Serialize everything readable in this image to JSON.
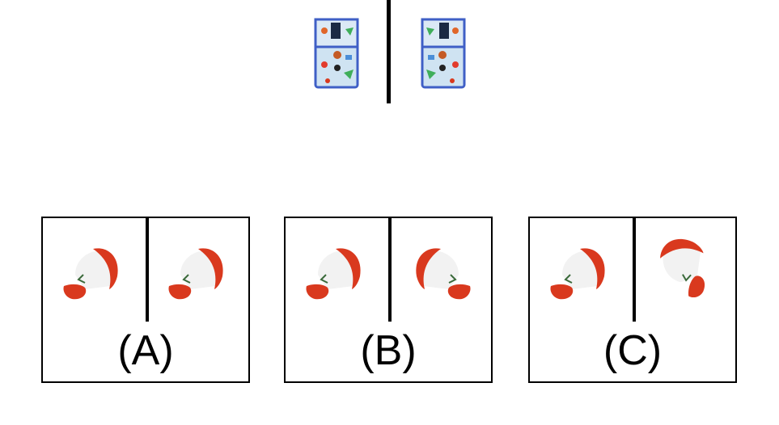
{
  "reference": {
    "left_image": "lunch-bag-front",
    "right_image": "lunch-bag-front-mirrored"
  },
  "options": [
    {
      "id": "A",
      "label": "(A)",
      "left": "cap-facing-left",
      "right": "cap-facing-left"
    },
    {
      "id": "B",
      "label": "(B)",
      "left": "cap-facing-left",
      "right": "cap-facing-right"
    },
    {
      "id": "C",
      "label": "(C)",
      "left": "cap-facing-left",
      "right": "cap-rotated"
    }
  ],
  "colors": {
    "cap_red": "#d9391e",
    "cap_white": "#f2f2f2",
    "bag_blue": "#3f5fc6",
    "bag_light": "#cfe3f2"
  }
}
